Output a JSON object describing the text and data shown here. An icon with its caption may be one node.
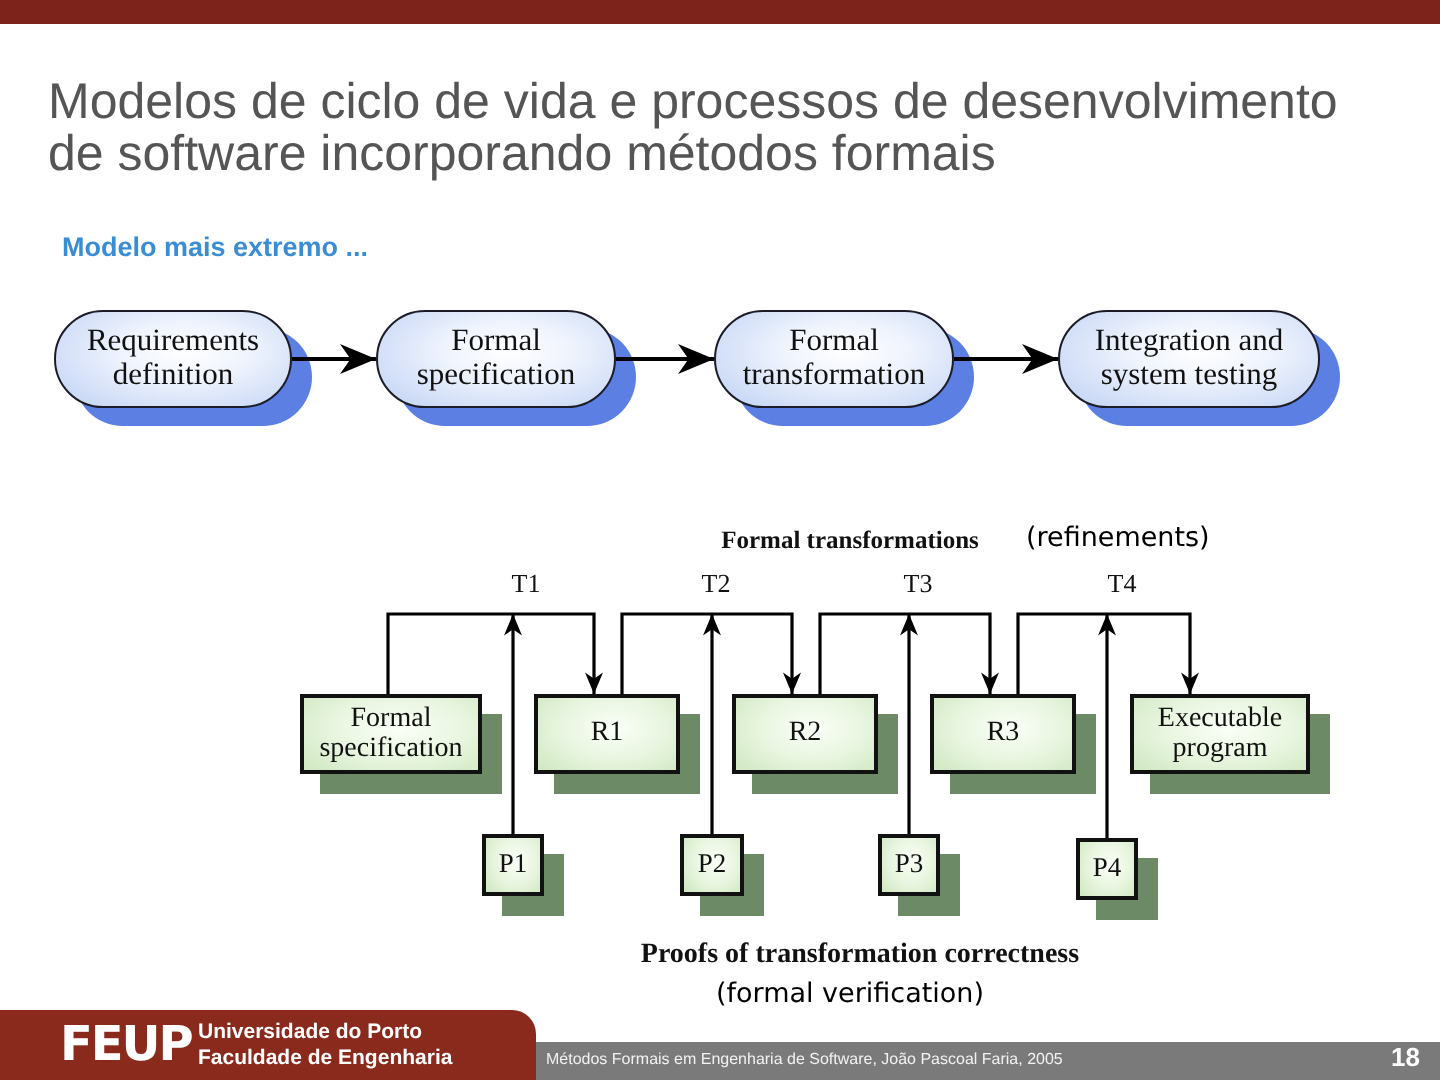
{
  "diagram": {
    "title": "Modelos de ciclo de vida e processos de desenvolvimento de software incorporando métodos formais",
    "nodes": [
      {
        "text": [
          "Requirements definition"
        ]
      },
      {
        "text": [
          "Formal specification"
        ]
      },
      {
        "text": [
          "Formal transformation"
        ]
      },
      {
        "text": [
          "Integration and system testing"
        ]
      },
      {
        "text": [
          "Formal specification"
        ]
      },
      {
        "text": [
          "R1"
        ]
      },
      {
        "text": [
          "R2"
        ]
      },
      {
        "text": [
          "R3"
        ]
      },
      {
        "text": [
          "Executable program"
        ]
      },
      {
        "text": [
          "P1"
        ]
      },
      {
        "text": [
          "P2"
        ]
      },
      {
        "text": [
          "P3"
        ]
      },
      {
        "text": [
          "P4"
        ]
      }
    ],
    "edges": [
      {
        "from": 0,
        "to": 1,
        "arrow": "to"
      },
      {
        "from": 1,
        "to": 2,
        "arrow": "to"
      },
      {
        "from": 2,
        "to": 3,
        "arrow": "to"
      },
      {
        "from": 4,
        "to": 5,
        "arrow": "to"
      },
      {
        "from": 9,
        "to": 5,
        "arrow": "to"
      },
      {
        "from": 5,
        "to": 6,
        "arrow": "to"
      },
      {
        "from": 10,
        "to": 6,
        "arrow": "to"
      },
      {
        "from": 6,
        "to": 7,
        "arrow": "to"
      },
      {
        "from": 11,
        "to": 7,
        "arrow": "to"
      },
      {
        "from": 7,
        "to": 8,
        "arrow": "to"
      },
      {
        "from": 12,
        "to": 8,
        "arrow": "to"
      }
    ],
    "labels": [
      "Modelo mais extremo ...",
      "Formal transformations",
      "(refinements)",
      "T1",
      "T2",
      "T3",
      "T4",
      "Proofs of transformation correctness",
      "(formal verification)",
      "FEUP",
      "Universidade do Porto",
      "Faculdade de Engenharia",
      "Métodos Formais em Engenharia de Software, João Pascoal Faria, 2005",
      "18"
    ]
  }
}
